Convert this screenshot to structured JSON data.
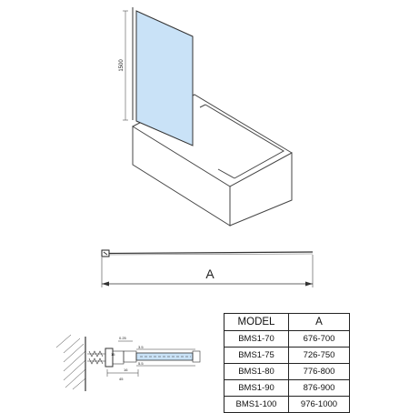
{
  "drawing": {
    "panel_height_label": "1500",
    "width_label": "A",
    "detail_labels": [
      "0.25",
      "3.5",
      "5.5",
      "15",
      "16",
      "45"
    ]
  },
  "table": {
    "headers": [
      "MODEL",
      "A"
    ],
    "rows": [
      [
        "BMS1-70",
        "676-700"
      ],
      [
        "BMS1-75",
        "726-750"
      ],
      [
        "BMS1-80",
        "776-800"
      ],
      [
        "BMS1-90",
        "876-900"
      ],
      [
        "BMS1-100",
        "976-1000"
      ]
    ]
  },
  "colors": {
    "glass": "#c9e2f7",
    "line": "#333333",
    "tub": "#444444"
  }
}
